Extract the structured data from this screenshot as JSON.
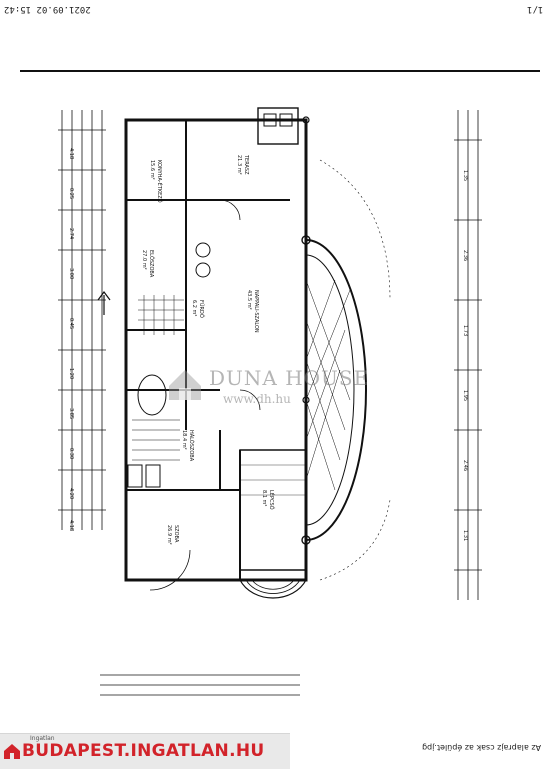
{
  "print_header": {
    "datetime": "2021.09.02 15:42",
    "page": "1/1"
  },
  "watermark": {
    "brand": "DUNA HOUSE",
    "url": "www.dh.hu"
  },
  "footer": {
    "logo_small": "Ingatlan",
    "logo": "BUDAPEST.INGATLAN.HU",
    "note": "Az alaprajz csak az épület.jpg"
  },
  "rooms": [
    {
      "id": "konyha",
      "name": "KONYHA-ÉTKEZŐ",
      "area": "15.6 m²"
    },
    {
      "id": "terasz1",
      "name": "TERASZ",
      "area": "21.3 m²"
    },
    {
      "id": "eloszoba",
      "name": "ELŐSZOBA",
      "area": "27.0 m²"
    },
    {
      "id": "nappali",
      "name": "NAPPALI-SZALON",
      "area": "43.5 m²"
    },
    {
      "id": "furdo",
      "name": "FÜRDŐ",
      "area": "6.2 m²"
    },
    {
      "id": "halo",
      "name": "HÁLÓSZOBA",
      "area": "18.4 m²"
    },
    {
      "id": "szoba",
      "name": "SZOBA",
      "area": "26.9 m²"
    },
    {
      "id": "lepcso",
      "name": "LÉPCSŐ",
      "area": "8.1 m²"
    }
  ],
  "dimensions_left": [
    "4.18",
    "0.25",
    "2.74",
    "3.00",
    "0.45",
    "1.20",
    "3.85",
    "0.30",
    "4.20",
    "4.18"
  ],
  "dimensions_right": [
    "1.35",
    "2.36",
    "1.73",
    "1.95",
    "2.46",
    "1.31"
  ]
}
